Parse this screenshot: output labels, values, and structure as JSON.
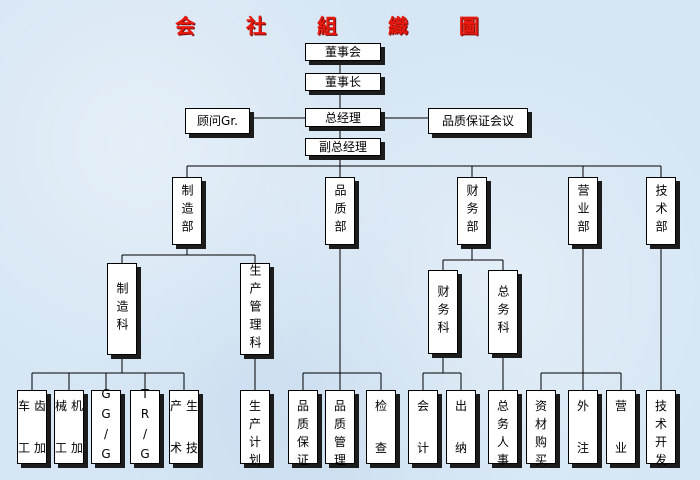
{
  "title": "会 社 組 織 圖",
  "colors": {
    "line": "#000000",
    "title": "#e8190e",
    "box": "#ffffff",
    "shadow": "#1c1c1c"
  },
  "nodes": {
    "board": "董事会",
    "chairman": "董事长",
    "general_manager": "总经理",
    "advisor": "顾问Gr.",
    "quality_meeting": "品质保证会议",
    "deputy_gm": "副总经理",
    "manufacturing_dept": "制造部",
    "quality_dept": "品质部",
    "finance_dept": "财务部",
    "sales_dept": "营业部",
    "technology_dept": "技术部",
    "manufacturing_section": "制造科",
    "production_mgmt_section": "生产管理科",
    "finance_section": "财务科",
    "general_affairs_section": "总务科",
    "gear_machining": "齿车加工",
    "mechanical_machining": "机械加工",
    "gg": "GG/G",
    "trg": "TR/G",
    "production_technology": "生产技术",
    "production_planning": "生产计划",
    "quality_assurance": "品质保证",
    "quality_management": "品质管理",
    "inspection": "检查",
    "accounting": "会计",
    "cashier": "出纳",
    "general_personnel": "总务人事",
    "material_purchasing": "资材购买",
    "outsourcing": "外注",
    "sales": "营业",
    "technology_development": "技术开发"
  }
}
